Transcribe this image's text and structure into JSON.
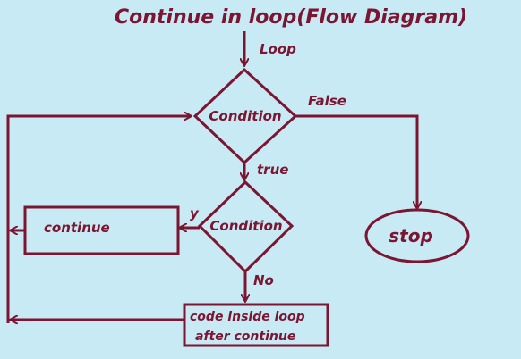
{
  "title": "Continue in loop(Flow Diagram)",
  "colors": {
    "background": "#c8eaf4",
    "stroke": "#7b1531"
  },
  "nodes": {
    "condition_1": "Condition",
    "condition_2": "Condition",
    "continue_box": "continue",
    "code_box_line1": "code inside loop",
    "code_box_line2": "after continue",
    "stop": "stop"
  },
  "edges": {
    "loop": "Loop",
    "false": "False",
    "true": "true",
    "yes": "y",
    "no": "No"
  }
}
